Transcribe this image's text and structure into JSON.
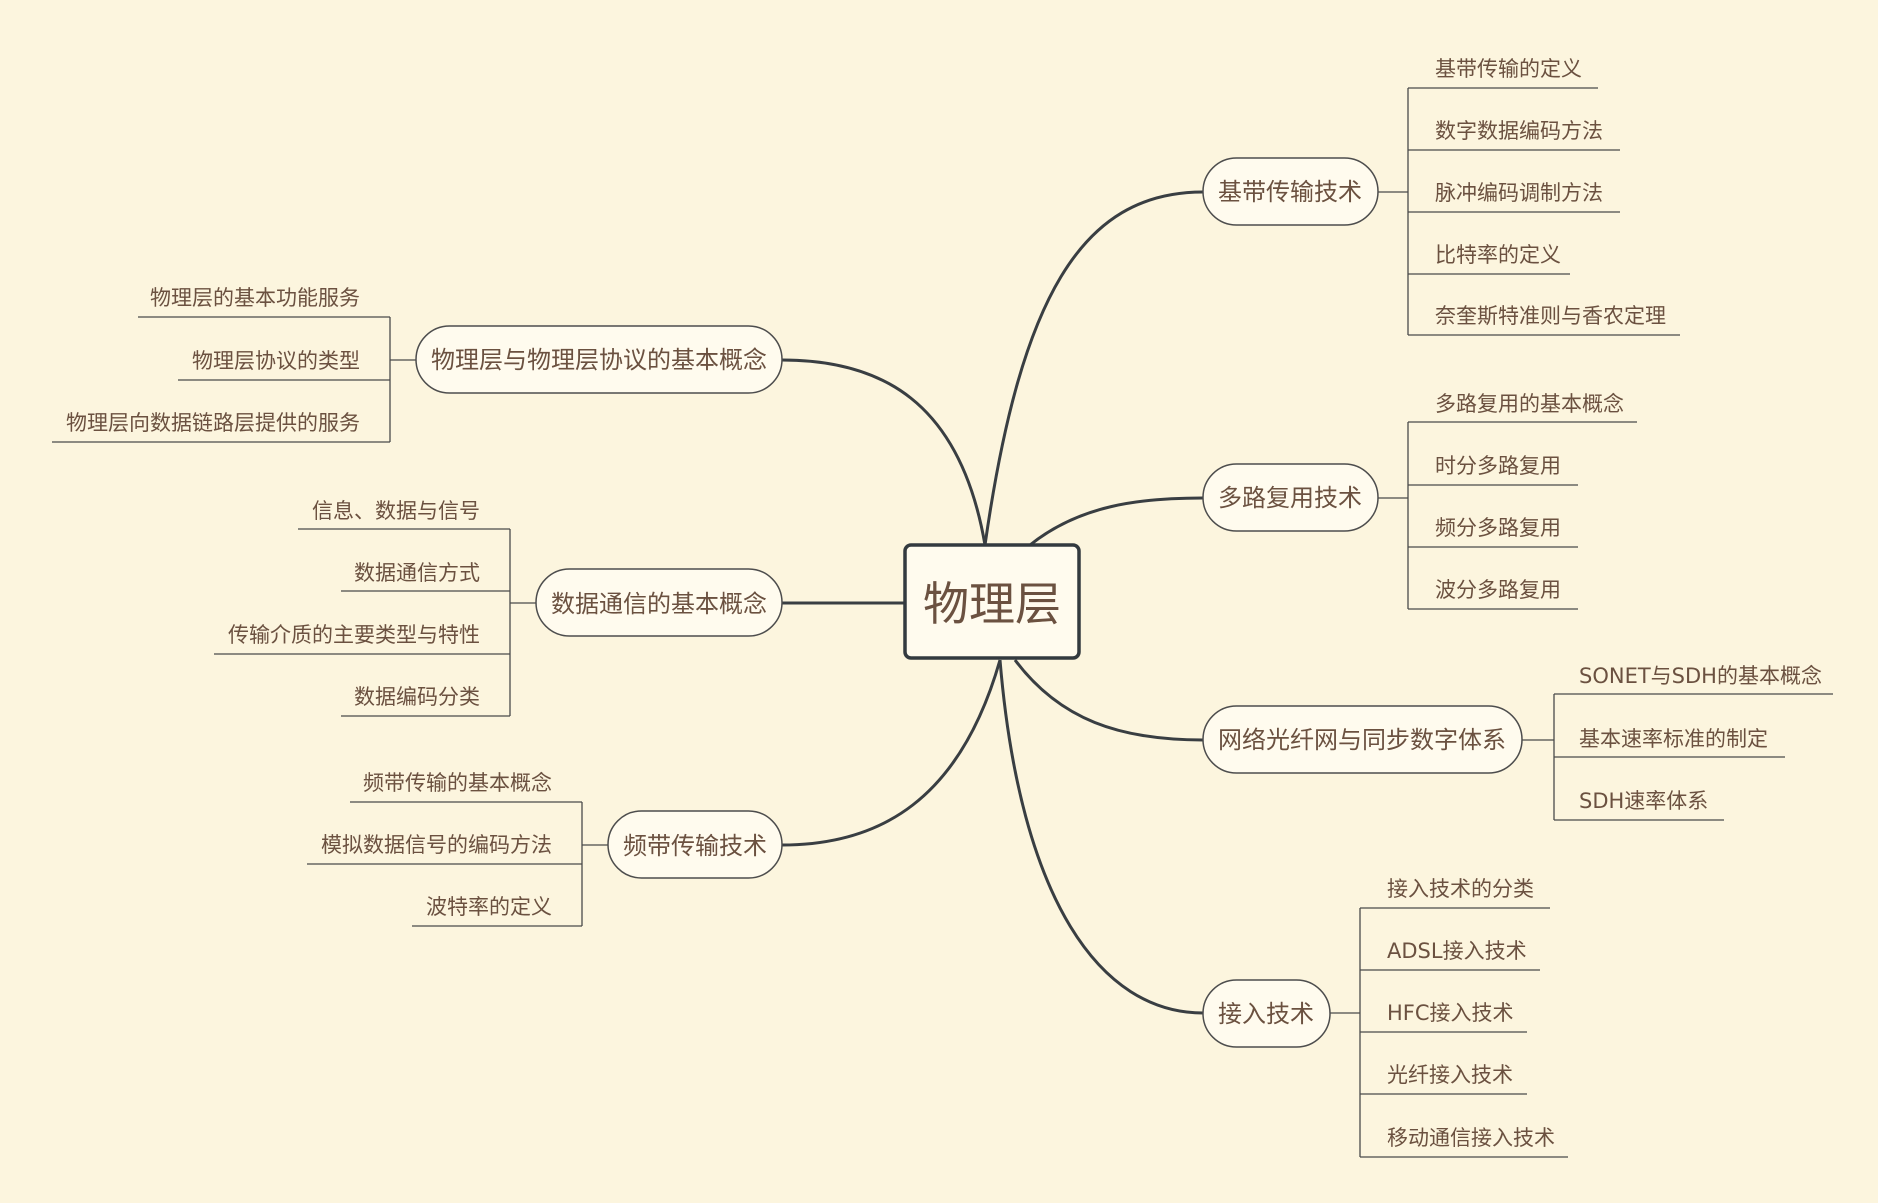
{
  "root": {
    "label": "物理层"
  },
  "branches": [
    {
      "label": "基带传输技术",
      "children": [
        "基带传输的定义",
        "数字数据编码方法",
        "脉冲编码调制方法",
        "比特率的定义",
        "奈奎斯特准则与香农定理"
      ]
    },
    {
      "label": "多路复用技术",
      "children": [
        "多路复用的基本概念",
        "时分多路复用",
        "频分多路复用",
        "波分多路复用"
      ]
    },
    {
      "label": "网络光纤网与同步数字体系",
      "children": [
        "SONET与SDH的基本概念",
        "基本速率标准的制定",
        "SDH速率体系"
      ]
    },
    {
      "label": "接入技术",
      "children": [
        "接入技术的分类",
        "ADSL接入技术",
        "HFC接入技术",
        "光纤接入技术",
        "移动通信接入技术"
      ]
    },
    {
      "label": "物理层与物理层协议的基本概念",
      "children": [
        "物理层的基本功能服务",
        "物理层协议的类型",
        "物理层向数据链路层提供的服务"
      ]
    },
    {
      "label": "数据通信的基本概念",
      "children": [
        "信息、数据与信号",
        "数据通信方式",
        "传输介质的主要类型与特性",
        "数据编码分类"
      ]
    },
    {
      "label": "频带传输技术",
      "children": [
        "频带传输的基本概念",
        "模拟数据信号的编码方法",
        "波特率的定义"
      ]
    }
  ]
}
